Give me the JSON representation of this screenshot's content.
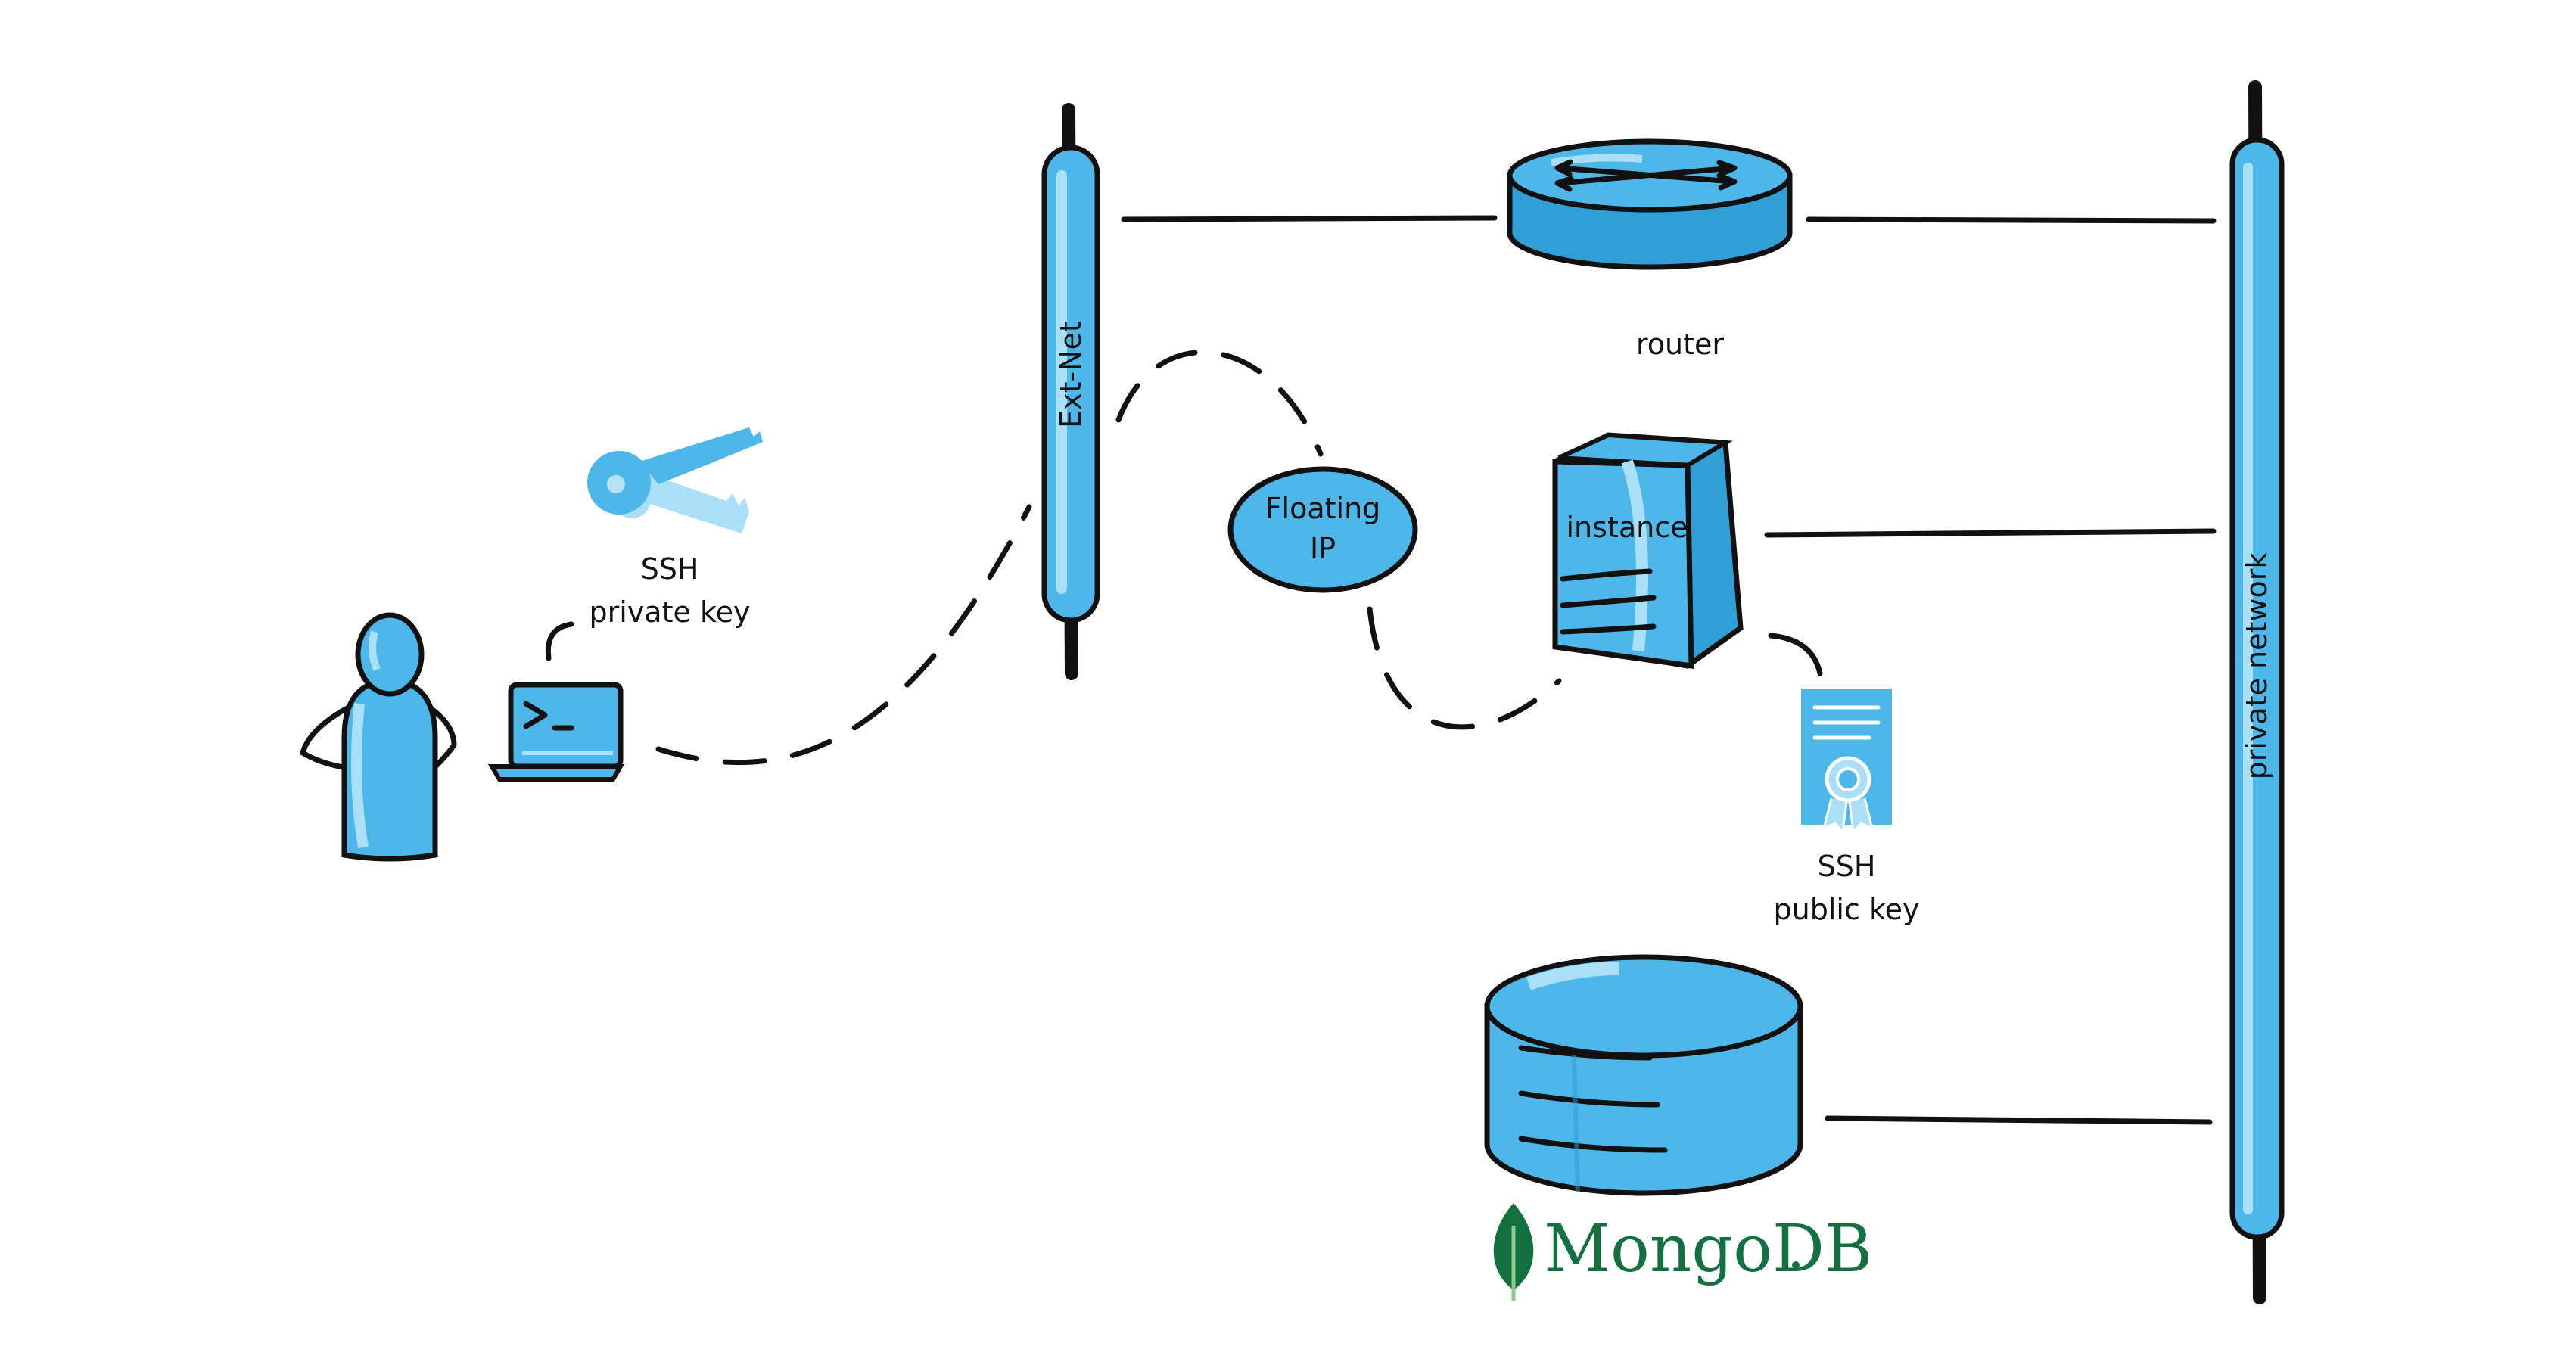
{
  "labels": {
    "ext_net": "Ext-Net",
    "router": "router",
    "instance": "instance",
    "floating_ip_line1": "Floating",
    "floating_ip_line2": "IP",
    "ssh_private_key_line1": "SSH",
    "ssh_private_key_line2": "private key",
    "ssh_public_key_line1": "SSH",
    "ssh_public_key_line2": "public key",
    "private_network": "private network",
    "mongodb": "MongoDB"
  },
  "icons": {
    "user": "person-icon",
    "laptop": "laptop-terminal-icon",
    "keys": "key-icon",
    "certificate": "certificate-icon",
    "router": "router-icon",
    "server": "server-icon",
    "database": "database-icon",
    "logo_leaf": "leaf-icon"
  },
  "colors": {
    "fill_primary": "#4cb7e8",
    "fill_light": "#a9dff7",
    "fill_dark": "#2f9fd6",
    "ink": "#111111",
    "mongodb_green": "#13703f"
  }
}
